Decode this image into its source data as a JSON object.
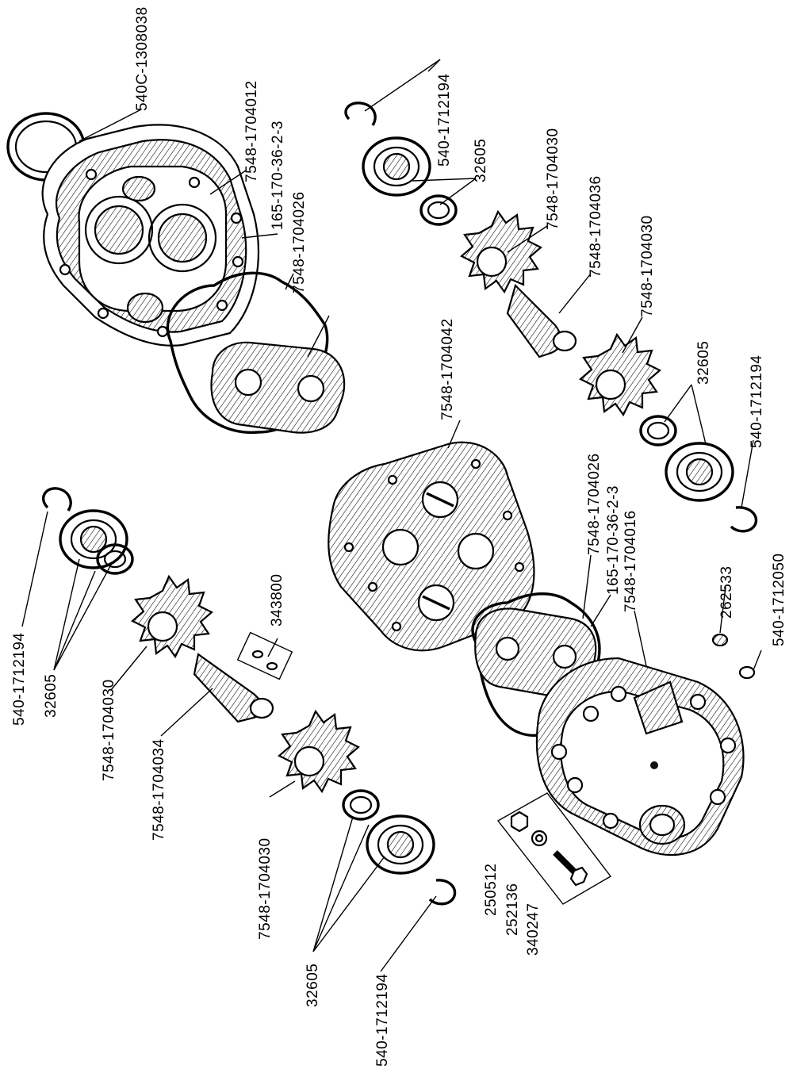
{
  "labels": {
    "top_housing": "540C-1308038",
    "top_body": "7548-1704012",
    "top_gasket": "165-170-36-2-3",
    "top_plate": "7548-1704026",
    "top_ring_a": "540-1712194",
    "top_bearing_a": "32605",
    "top_gear_a": "7548-1704030",
    "top_shaft": "7548-1704036",
    "top_gear_b": "7548-1704030",
    "mid_cover": "7548-1704042",
    "top_bearing_b": "32605",
    "top_ring_b": "540-1712194",
    "right_plate": "7548-1704026",
    "right_gasket": "165-170-36-2-3",
    "right_body": "7548-1704016",
    "pin_a": "262533",
    "pin_b": "540-1712050",
    "left_ring_a": "540-1712194",
    "left_bearing_a": "32605",
    "left_gear_a": "7548-1704030",
    "left_key": "343800",
    "left_shaft": "7548-1704034",
    "left_gear_b": "7548-1704030",
    "left_bearing_b": "32605",
    "left_ring_b": "540-1712194",
    "nut": "250512",
    "washer": "252136",
    "bolt": "340247"
  },
  "icons": {
    "pump_housing": "pump-housing-icon",
    "gear": "gear-icon",
    "bearing": "roller-bearing-icon",
    "snap_ring": "snap-ring-icon",
    "shaft": "shaft-icon",
    "gasket": "gasket-icon",
    "plate": "plate-icon",
    "bolt": "bolt-icon"
  }
}
